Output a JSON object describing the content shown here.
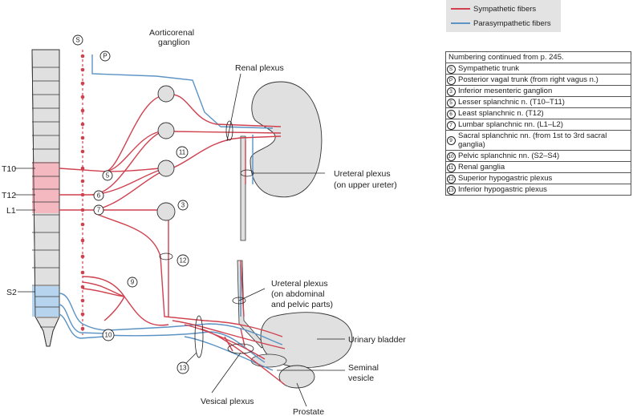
{
  "legend": {
    "sympathetic": {
      "label": "Sympathetic fibers",
      "color": "#d0414f"
    },
    "parasympathetic": {
      "label": "Parasympathetic fibers",
      "color": "#5b93c4"
    }
  },
  "table": {
    "header": "Numbering continued from p. 245.",
    "rows": [
      {
        "sym": "S",
        "text": "Sympathetic trunk"
      },
      {
        "sym": "P",
        "text": "Posterior vagal trunk (from right vagus n.)"
      },
      {
        "sym": "3",
        "text": "Inferior mesenteric ganglion"
      },
      {
        "sym": "5",
        "text": "Lesser splanchnic n. (T10–T11)"
      },
      {
        "sym": "6",
        "text": "Least splanchnic n. (T12)"
      },
      {
        "sym": "7",
        "text": "Lumbar splanchnic nn. (L1–L2)"
      },
      {
        "sym": "9",
        "text": "Sacral splanchnic nn. (from 1st to 3rd sacral ganglia)"
      },
      {
        "sym": "10",
        "text": "Pelvic splanchnic nn. (S2–S4)"
      },
      {
        "sym": "11",
        "text": "Renal ganglia"
      },
      {
        "sym": "12",
        "text": "Superior hypogastric plexus"
      },
      {
        "sym": "13",
        "text": "Inferior hypogastric plexus"
      }
    ]
  },
  "labels": {
    "aorticorenal_line1": "Aorticorenal",
    "aorticorenal_line2": "ganglion",
    "renal_plexus": "Renal plexus",
    "ureteral_upper_line1": "Ureteral plexus",
    "ureteral_upper_line2": "(on upper ureter)",
    "ureteral_lower_line1": "Ureteral plexus",
    "ureteral_lower_line2": "(on abdominal",
    "ureteral_lower_line3": "and pelvic parts)",
    "urinary_bladder": "Urinary bladder",
    "seminal_line1": "Seminal",
    "seminal_line2": "vesicle",
    "vesical_plexus": "Vesical plexus",
    "prostate": "Prostate",
    "t10": "T10",
    "t12": "T12",
    "l1": "L1",
    "s2": "S2"
  },
  "markers": {
    "s": "S",
    "p": "P",
    "n3": "3",
    "n5": "5",
    "n6": "6",
    "n7": "7",
    "n9": "9",
    "n10": "10",
    "n11": "11",
    "n12": "12",
    "n13": "13"
  }
}
